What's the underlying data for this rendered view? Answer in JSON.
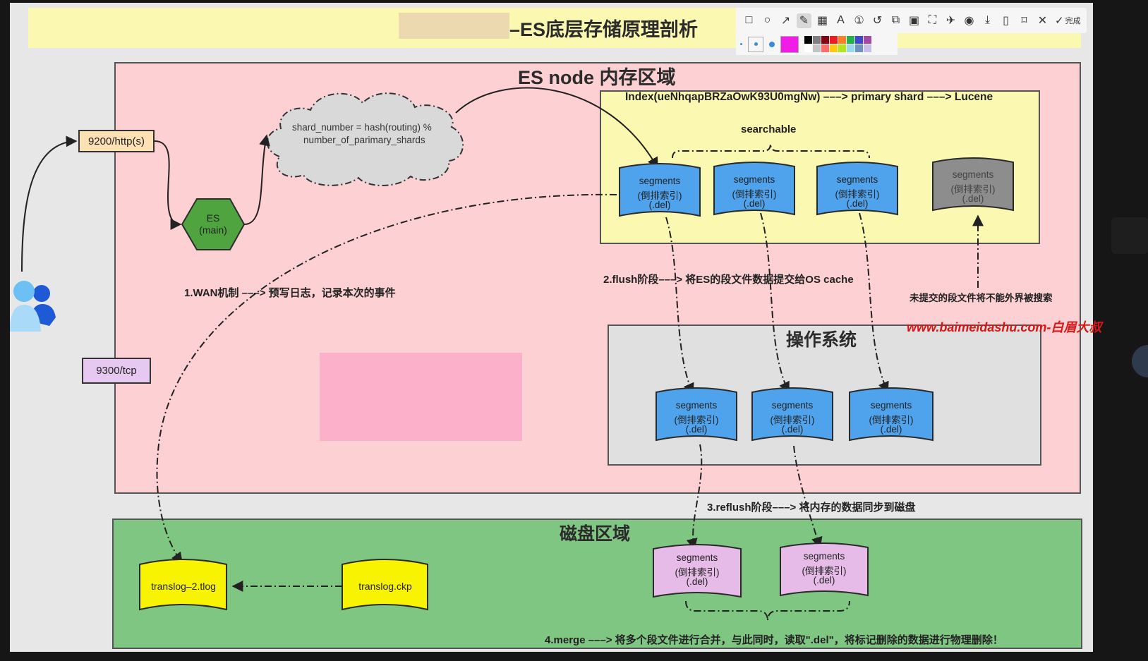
{
  "title": {
    "suffix": "–ES底层存储原理剖析"
  },
  "regions": {
    "es_node": "ES node 内存区域",
    "index": "Index(ueNhqapBRZaOwK93U0mgNw) –––> primary shard –––> Lucene",
    "os": "操作系统",
    "disk": "磁盘区域"
  },
  "ports": {
    "http": "9200/http(s)",
    "tcp": "9300/tcp"
  },
  "es_main": {
    "line1": "ES",
    "line2": "(main)"
  },
  "cloud": {
    "line1": "shard_number = hash(routing) %",
    "line2": "number_of_parimary_shards"
  },
  "labels": {
    "searchable": "searchable",
    "step1": "1.WAN机制 –––>  预写日志，记录本次的事件",
    "step2": "2.flush阶段–––> 将ES的段文件数据提交给OS cache",
    "step3": "3.reflush阶段–––> 将内存的数据同步到磁盘",
    "step4": "4.merge –––> 将多个段文件进行合并，与此同时，读取\".del\"，将标记删除的数据进行物理删除！",
    "uncommitted": "未提交的段文件将不能外界被搜索"
  },
  "segment": {
    "line1": "segments",
    "line2": "(倒排索引)",
    "line3": "(.del)"
  },
  "translog": {
    "tlog": "translog–2.tlog",
    "ckp": "translog.ckp"
  },
  "watermark": "www.baimeidashu.com-白眉大叔",
  "toolbar": {
    "icons": [
      "rectangle-icon",
      "circle-icon",
      "arrow-icon",
      "pen-icon",
      "mosaic-icon",
      "text-icon",
      "number-icon",
      "undo-icon",
      "pin-icon",
      "ocr-icon",
      "scroll-capture-icon",
      "pin-top-icon",
      "record-icon",
      "download-icon",
      "save-icon",
      "bookmark-icon",
      "close-icon"
    ],
    "done": "完成"
  },
  "colors": {
    "segment_blue": "#4ea3ec",
    "segment_gray": "#8d8d8d",
    "segment_purple": "#e7bbe8",
    "translog_yellow": "#f8f300",
    "es_hex": "#4fa440",
    "pen_color": "#f21ce9"
  },
  "palette": [
    "#000000",
    "#7f7f7f",
    "#880015",
    "#ed1c24",
    "#ff7f27",
    "#22b14c",
    "#3f48cc",
    "#a349a4",
    "#ffffff",
    "#c3c3c3",
    "#ff6a6a",
    "#ffc90e",
    "#b5e61d",
    "#99d9ea",
    "#7092be",
    "#c8bfe7"
  ]
}
